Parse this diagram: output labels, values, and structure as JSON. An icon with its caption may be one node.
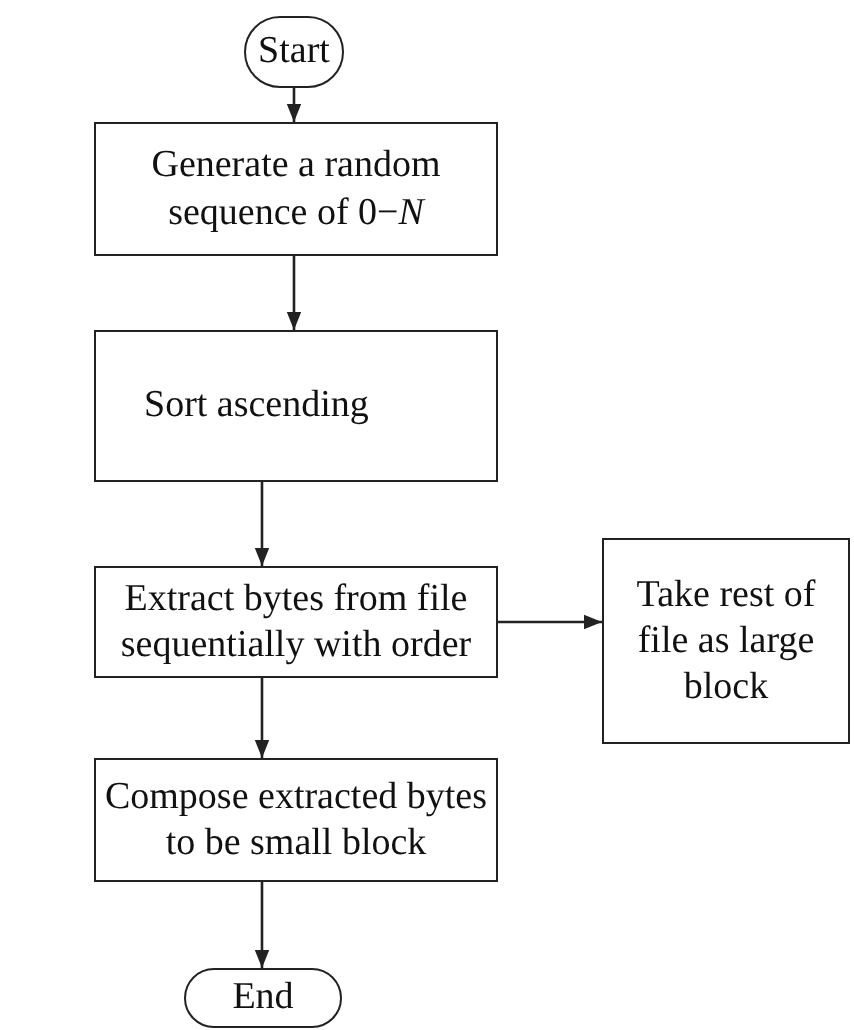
{
  "diagram": {
    "nodes": [
      {
        "text": [
          "Start"
        ]
      },
      {
        "text": [
          "Generate a random sequence of 0−*N*"
        ]
      },
      {
        "text": [
          "Sort ascending"
        ]
      },
      {
        "text": [
          "Extract bytes from file sequentially with order"
        ]
      },
      {
        "text": [
          "Take rest of file as large block"
        ]
      },
      {
        "text": [
          "Compose extracted bytes to be small block"
        ]
      },
      {
        "text": [
          "End"
        ]
      }
    ],
    "edges": [
      {
        "from": 0,
        "to": 1,
        "arrow": "to"
      },
      {
        "from": 1,
        "to": 2,
        "arrow": "to"
      },
      {
        "from": 2,
        "to": 3,
        "arrow": "to"
      },
      {
        "from": 3,
        "to": 4,
        "arrow": "to"
      },
      {
        "from": 3,
        "to": 5,
        "arrow": "to"
      },
      {
        "from": 5,
        "to": 6,
        "arrow": "to"
      }
    ]
  }
}
